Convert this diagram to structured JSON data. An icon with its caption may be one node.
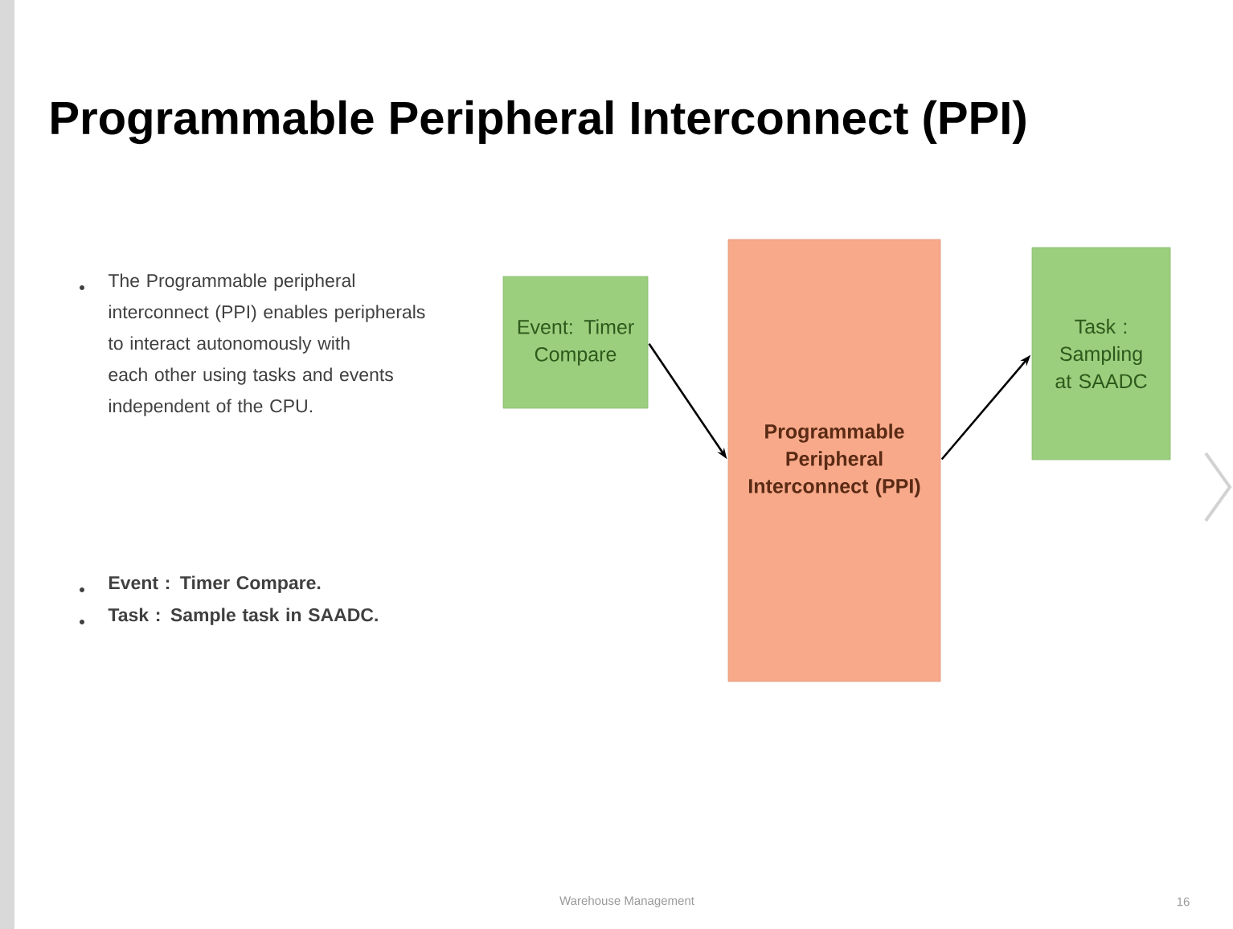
{
  "diagram": {
    "title": "Programmable Peripheral Interconnect (PPI)",
    "nodes": [
      {
        "text": [
          "Event: Timer Compare"
        ]
      },
      {
        "text": [
          "Programmable Peripheral Interconnect (PPI)"
        ]
      },
      {
        "text": [
          "Task : Sampling at SAADC"
        ]
      }
    ],
    "edges": [
      {
        "from": 0,
        "to": 1,
        "arrow": "to"
      },
      {
        "from": 1,
        "to": 2,
        "arrow": "to"
      }
    ],
    "labels": [
      "The Programmable peripheral interconnect (PPI) enables peripherals to interact autonomously with each other using tasks and events independent of the CPU.",
      "Event :  Timer Compare.",
      "Task : Sample task in SAADC.",
      "Warehouse Management",
      "16"
    ]
  }
}
